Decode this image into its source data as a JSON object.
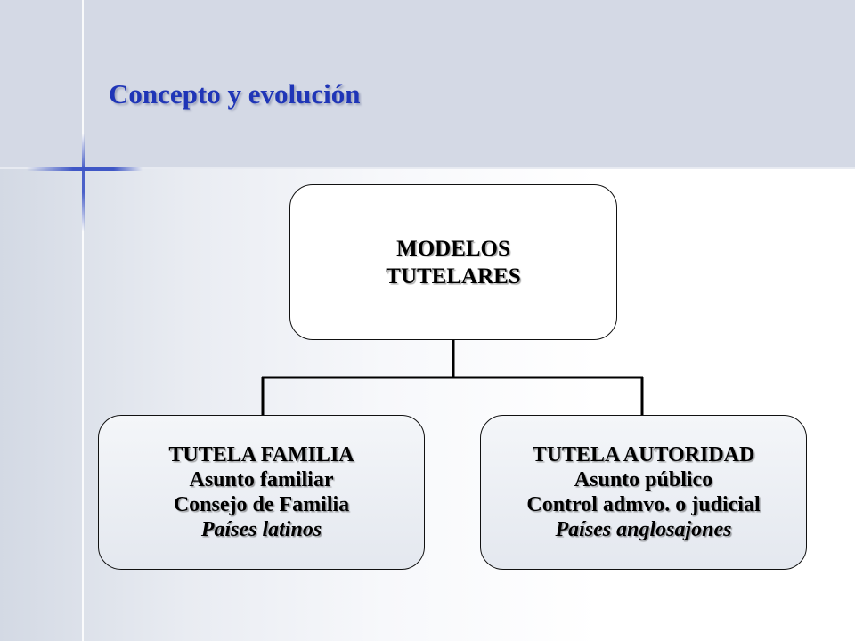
{
  "slide": {
    "title": "Concepto y evolución"
  },
  "diagram": {
    "root": {
      "line1": "MODELOS",
      "line2": "TUTELARES"
    },
    "children": [
      {
        "heading": "TUTELA FAMILIA",
        "line2": "Asunto familiar",
        "line3": "Consejo de Familia",
        "line4": "Países latinos"
      },
      {
        "heading": "TUTELA AUTORIDAD",
        "line2": "Asunto público",
        "line3": "Control admvo. o judicial",
        "line4": "Países anglosajones"
      }
    ]
  },
  "colors": {
    "title": "#1f35b7",
    "header_band": "#d4d9e5",
    "accent_line": "#3f57c6"
  }
}
